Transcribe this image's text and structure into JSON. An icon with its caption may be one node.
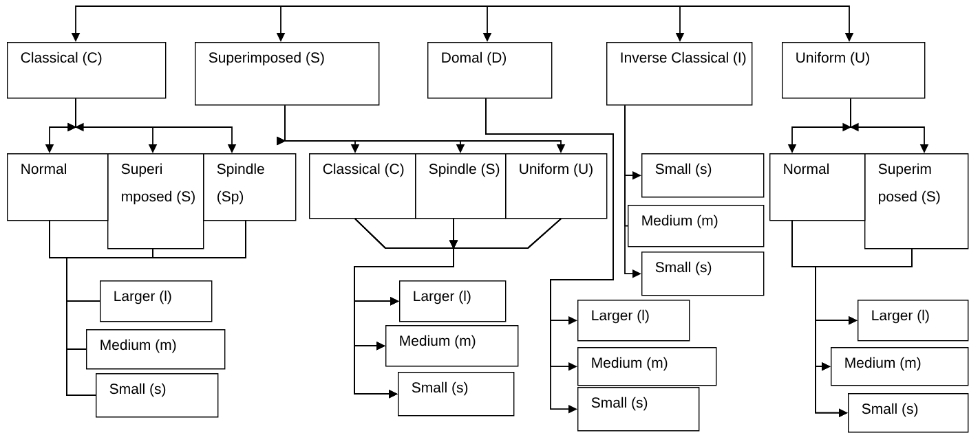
{
  "diagram": {
    "nodes": [
      {
        "text": [
          "Classical (C)"
        ]
      },
      {
        "text": [
          "Superimposed (S)"
        ]
      },
      {
        "text": [
          "Domal (D)"
        ]
      },
      {
        "text": [
          "Inverse Classical (I)"
        ]
      },
      {
        "text": [
          "Uniform (U)"
        ]
      },
      {
        "text": [
          "Normal"
        ]
      },
      {
        "text": [
          "Superi mposed (S)"
        ]
      },
      {
        "text": [
          "Spindle (Sp)"
        ]
      },
      {
        "text": [
          "Classical (C)"
        ]
      },
      {
        "text": [
          "Spindle (S)"
        ]
      },
      {
        "text": [
          "Uniform (U)"
        ]
      },
      {
        "text": [
          "Small (s)"
        ]
      },
      {
        "text": [
          "Medium (m)"
        ]
      },
      {
        "text": [
          "Small (s)"
        ]
      },
      {
        "text": [
          "Normal"
        ]
      },
      {
        "text": [
          "Superim posed (S)"
        ]
      },
      {
        "text": [
          "Larger (l)"
        ]
      },
      {
        "text": [
          "Medium (m)"
        ]
      },
      {
        "text": [
          "Small (s)"
        ]
      },
      {
        "text": [
          "Larger (l)"
        ]
      },
      {
        "text": [
          "Medium (m)"
        ]
      },
      {
        "text": [
          "Small (s)"
        ]
      },
      {
        "text": [
          "Larger (l)"
        ]
      },
      {
        "text": [
          "Medium (m)"
        ]
      },
      {
        "text": [
          "Small (s)"
        ]
      },
      {
        "text": [
          "Larger (l)"
        ]
      },
      {
        "text": [
          "Medium (m)"
        ]
      },
      {
        "text": [
          "Small (s)"
        ]
      }
    ],
    "edges": [
      {
        "from": null,
        "to": 0,
        "arrow": "to"
      },
      {
        "from": null,
        "to": 1,
        "arrow": "to"
      },
      {
        "from": null,
        "to": 2,
        "arrow": "to"
      },
      {
        "from": null,
        "to": 3,
        "arrow": "to"
      },
      {
        "from": null,
        "to": 4,
        "arrow": "to"
      },
      {
        "from": 0,
        "to": 5,
        "arrow": "to"
      },
      {
        "from": 0,
        "to": 6,
        "arrow": "to"
      },
      {
        "from": 0,
        "to": 7,
        "arrow": "to"
      },
      {
        "from": 1,
        "to": 8,
        "arrow": "to"
      },
      {
        "from": 1,
        "to": 9,
        "arrow": "to"
      },
      {
        "from": 1,
        "to": 10,
        "arrow": "to"
      },
      {
        "from": 2,
        "to": 22,
        "arrow": "to"
      },
      {
        "from": 2,
        "to": 23,
        "arrow": "to"
      },
      {
        "from": 2,
        "to": 24,
        "arrow": "to"
      },
      {
        "from": 3,
        "to": 11,
        "arrow": "to"
      },
      {
        "from": 3,
        "to": 12,
        "arrow": "none"
      },
      {
        "from": 3,
        "to": 13,
        "arrow": "to"
      },
      {
        "from": 4,
        "to": 14,
        "arrow": "to"
      },
      {
        "from": 4,
        "to": 15,
        "arrow": "to"
      },
      {
        "from": 5,
        "to": 16,
        "arrow": "none"
      },
      {
        "from": 5,
        "to": 17,
        "arrow": "none"
      },
      {
        "from": 5,
        "to": 18,
        "arrow": "none"
      },
      {
        "from": 6,
        "to": 16,
        "arrow": "none"
      },
      {
        "from": 6,
        "to": 17,
        "arrow": "none"
      },
      {
        "from": 6,
        "to": 18,
        "arrow": "none"
      },
      {
        "from": 7,
        "to": 16,
        "arrow": "none"
      },
      {
        "from": 7,
        "to": 17,
        "arrow": "none"
      },
      {
        "from": 7,
        "to": 18,
        "arrow": "none"
      },
      {
        "from": 8,
        "to": 19,
        "arrow": "to"
      },
      {
        "from": 8,
        "to": 20,
        "arrow": "to"
      },
      {
        "from": 8,
        "to": 21,
        "arrow": "to"
      },
      {
        "from": 9,
        "to": 19,
        "arrow": "to"
      },
      {
        "from": 9,
        "to": 20,
        "arrow": "to"
      },
      {
        "from": 9,
        "to": 21,
        "arrow": "to"
      },
      {
        "from": 10,
        "to": 19,
        "arrow": "to"
      },
      {
        "from": 10,
        "to": 20,
        "arrow": "to"
      },
      {
        "from": 10,
        "to": 21,
        "arrow": "to"
      },
      {
        "from": 14,
        "to": 25,
        "arrow": "to"
      },
      {
        "from": 14,
        "to": 26,
        "arrow": "to"
      },
      {
        "from": 14,
        "to": 27,
        "arrow": "to"
      },
      {
        "from": 15,
        "to": 25,
        "arrow": "to"
      },
      {
        "from": 15,
        "to": 26,
        "arrow": "to"
      },
      {
        "from": 15,
        "to": 27,
        "arrow": "to"
      }
    ]
  }
}
